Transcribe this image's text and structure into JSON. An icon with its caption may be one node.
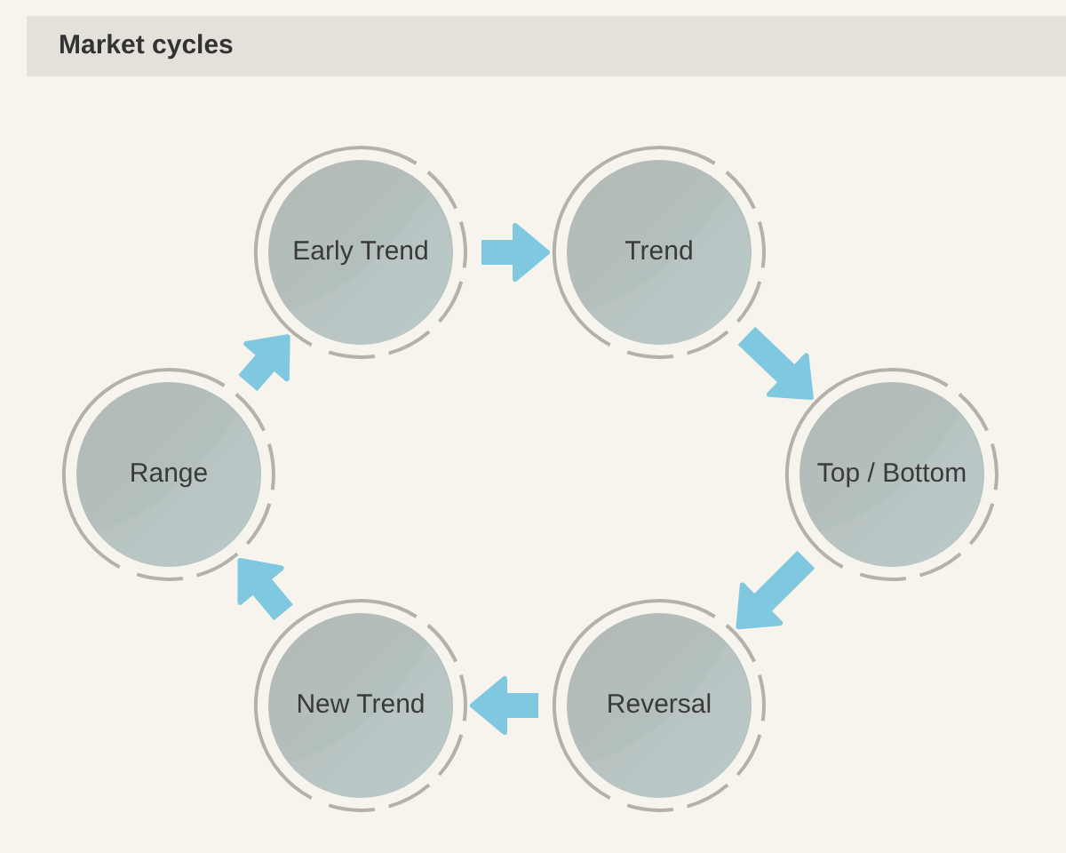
{
  "diagram": {
    "title": "Market cycles",
    "nodes": [
      {
        "text": [
          "Early Trend"
        ]
      },
      {
        "text": [
          "Trend"
        ]
      },
      {
        "text": [
          "Range"
        ]
      },
      {
        "text": [
          "Top / Bottom"
        ]
      },
      {
        "text": [
          "New Trend"
        ]
      },
      {
        "text": [
          "Reversal"
        ]
      }
    ],
    "edges": [
      {
        "from": 2,
        "to": 0,
        "arrow": "to"
      },
      {
        "from": 0,
        "to": 1,
        "arrow": "to"
      },
      {
        "from": 1,
        "to": 3,
        "arrow": "to"
      },
      {
        "from": 3,
        "to": 5,
        "arrow": "to"
      },
      {
        "from": 5,
        "to": 4,
        "arrow": "to"
      },
      {
        "from": 4,
        "to": 2,
        "arrow": "to"
      }
    ]
  }
}
